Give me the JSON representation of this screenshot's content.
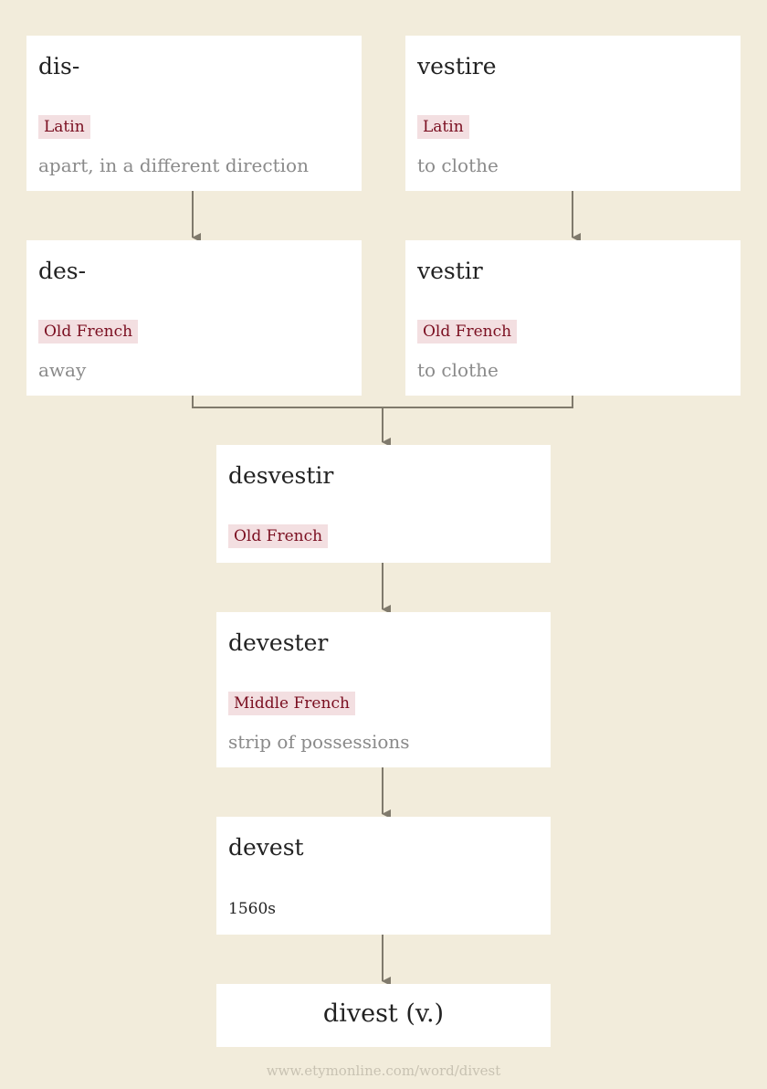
{
  "nodes": {
    "dis": {
      "word": "dis-",
      "language": "Latin",
      "gloss": "apart, in a different direction"
    },
    "vestire": {
      "word": "vestire",
      "language": "Latin",
      "gloss": "to clothe"
    },
    "des": {
      "word": "des-",
      "language": "Old French",
      "gloss": "away"
    },
    "vestir": {
      "word": "vestir",
      "language": "Old French",
      "gloss": "to clothe"
    },
    "desvestir": {
      "word": "desvestir",
      "language": "Old French"
    },
    "devester": {
      "word": "devester",
      "language": "Middle French",
      "gloss": "strip of possessions"
    },
    "devest": {
      "word": "devest",
      "date": "1560s"
    },
    "divest": {
      "word": "divest (v.)"
    }
  },
  "edges": [
    [
      "dis",
      "des"
    ],
    [
      "vestire",
      "vestir"
    ],
    [
      "des",
      "desvestir"
    ],
    [
      "vestir",
      "desvestir"
    ],
    [
      "desvestir",
      "devester"
    ],
    [
      "devester",
      "devest"
    ],
    [
      "devest",
      "divest"
    ]
  ],
  "colors": {
    "background": "#f2ecdb",
    "card": "#ffffff",
    "language_text": "#7a0e20",
    "language_badge": "#f3dfe1",
    "gloss_text": "#8a8a8a",
    "arrow": "#807a6c"
  },
  "source": "www.etymonline.com/word/divest"
}
